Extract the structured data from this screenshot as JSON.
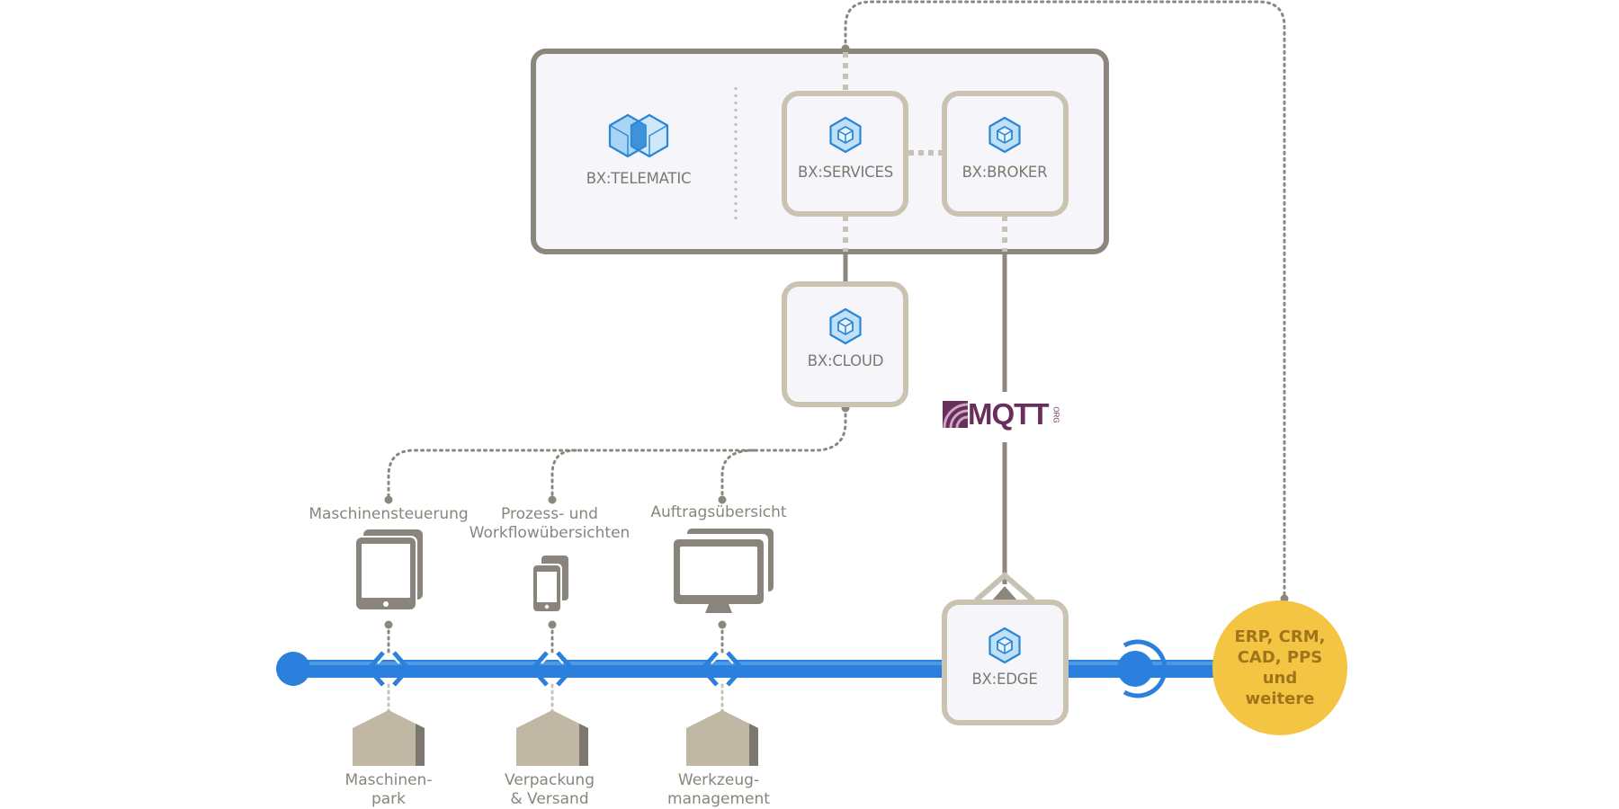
{
  "components": {
    "telematic": "BX:TELEMATIC",
    "services": "BX:SERVICES",
    "broker": "BX:BROKER",
    "cloud": "BX:CLOUD",
    "edge": "BX:EDGE"
  },
  "mqtt": {
    "text": "MQTT",
    "suffix": "ORG"
  },
  "devices": [
    {
      "label_lines": [
        "Maschinensteuerung"
      ],
      "icon": "tablet-icon"
    },
    {
      "label_lines": [
        "Prozess- und",
        "Workflowübersichten"
      ],
      "icon": "smartphone-icon"
    },
    {
      "label_lines": [
        "Auftragsübersicht"
      ],
      "icon": "monitor-icon"
    }
  ],
  "sites": [
    {
      "label_lines": [
        "Maschinen-",
        "park"
      ],
      "icon": "building-icon"
    },
    {
      "label_lines": [
        "Verpackung",
        "& Versand"
      ],
      "icon": "building-icon"
    },
    {
      "label_lines": [
        "Werkzeug-",
        "management"
      ],
      "icon": "building-icon"
    }
  ],
  "erp": {
    "lines": [
      "ERP, CRM,",
      "CAD, PPS",
      "und",
      "weitere"
    ]
  },
  "colors": {
    "frame": "#8c877d",
    "box_border": "#cbc3b2",
    "box_fill": "#f6f5fa",
    "bus": "#2a80dc",
    "erp": "#f4c443",
    "erp_text": "#a0741a",
    "device": "#8a857c",
    "building": "#c0b8a5",
    "icon_blue": "#2a86d6",
    "mqtt": "#6a2e5c"
  }
}
